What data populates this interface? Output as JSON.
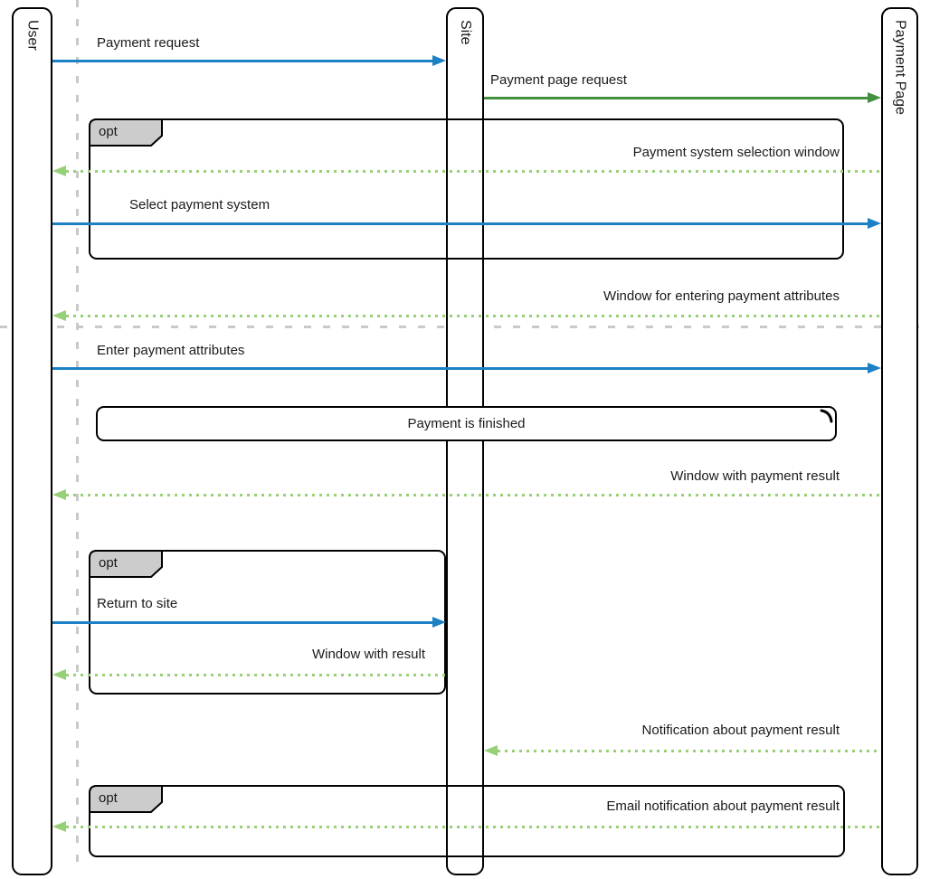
{
  "diagram_type": "uml-sequence",
  "colors": {
    "sync_message": "#1c80c5",
    "create_message": "#43913f",
    "return_message": "#97d077",
    "fragment_tab_fill": "#cccccc",
    "shape_border": "#000000",
    "page_guide": "#c9c9c9",
    "background": "#ffffff"
  },
  "lifelines": [
    {
      "name": "User"
    },
    {
      "name": "Site"
    },
    {
      "name": "Payment Page"
    }
  ],
  "fragments": [
    {
      "label": "opt"
    },
    {
      "label": "opt"
    },
    {
      "label": "opt"
    }
  ],
  "note": {
    "text": "Payment is finished"
  },
  "messages": [
    {
      "label": "Payment request",
      "from": "User",
      "to": "Site",
      "style": "solid",
      "color": "#1c80c5"
    },
    {
      "label": "Payment page request",
      "from": "Site",
      "to": "Payment Page",
      "style": "solid",
      "color": "#43913f"
    },
    {
      "label": "Payment system selection window",
      "from": "Payment Page",
      "to": "User",
      "style": "dotted",
      "color": "#97d077"
    },
    {
      "label": "Select payment system",
      "from": "User",
      "to": "Payment Page",
      "style": "solid",
      "color": "#1c80c5"
    },
    {
      "label": "Window for entering payment attributes",
      "from": "Payment Page",
      "to": "User",
      "style": "dotted",
      "color": "#97d077"
    },
    {
      "label": "Enter payment attributes",
      "from": "User",
      "to": "Payment Page",
      "style": "solid",
      "color": "#1c80c5"
    },
    {
      "label": "Window with payment result",
      "from": "Payment Page",
      "to": "User",
      "style": "dotted",
      "color": "#97d077"
    },
    {
      "label": "Return to site",
      "from": "User",
      "to": "Site",
      "style": "solid",
      "color": "#1c80c5"
    },
    {
      "label": "Window with result",
      "from": "Site",
      "to": "User",
      "style": "dotted",
      "color": "#97d077"
    },
    {
      "label": "Notification about payment result",
      "from": "Payment Page",
      "to": "Site",
      "style": "dotted",
      "color": "#97d077"
    },
    {
      "label": "Email notification about payment result",
      "from": "Payment Page",
      "to": "User",
      "style": "dotted",
      "color": "#97d077"
    }
  ]
}
